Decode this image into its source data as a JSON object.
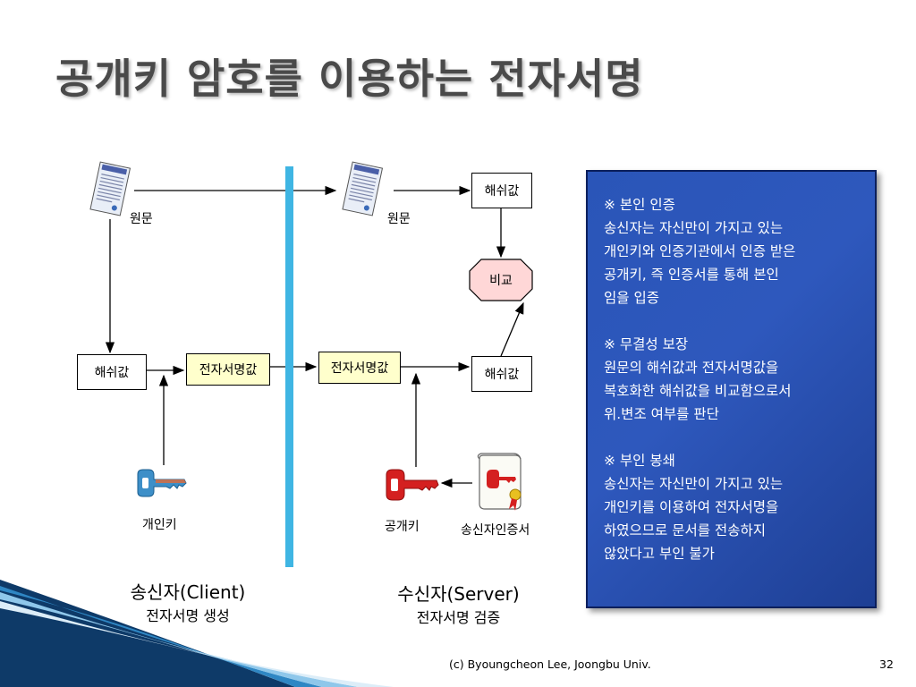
{
  "slide": {
    "title": "공개키 암호를 이용하는 전자서명",
    "footer": "(c) Byoungcheon Lee, Joongbu Univ.",
    "page_number": "32"
  },
  "sender": {
    "document_label": "원문",
    "hash_label": "해쉬값",
    "signature_label": "전자서명값",
    "key_label": "개인키",
    "role_title": "송신자(Client)",
    "role_subtitle": "전자서명 생성"
  },
  "receiver": {
    "document_label": "원문",
    "hash_top_label": "해쉬값",
    "compare_label": "비교",
    "signature_label": "전자서명값",
    "hash_bottom_label": "해쉬값",
    "key_label": "공개키",
    "certificate_label": "송신자인증서",
    "role_title": "수신자(Server)",
    "role_subtitle": "전자서명 검증"
  },
  "panel": {
    "sections": [
      {
        "lines": [
          "※ 본인 인증",
          "송신자는 자신만이 가지고 있는",
          "개인키와 인증기관에서 인증 받은",
          "공개키, 즉 인증서를 통해 본인",
          "임을 입증"
        ]
      },
      {
        "lines": [
          "※ 무결성 보장",
          "원문의 해쉬값과 전자서명값을",
          "복호화한 해쉬값을 비교함으로서",
          "위.변조 여부를 판단"
        ]
      },
      {
        "lines": [
          "※ 부인 봉쇄",
          "송신자는 자신만이 가지고 있는",
          "개인키를 이용하여 전자서명을",
          "하였으므로 문서를 전송하지",
          "않았다고 부인 불가"
        ]
      }
    ]
  },
  "colors": {
    "divider": "#3fb5e3",
    "signature_box": "#ffffcc",
    "compare_octagon": "#ffd7d7",
    "panel": "#2e58bd",
    "private_key": "#3d8fc8",
    "public_key": "#d42020"
  },
  "icons": {
    "document": "document-icon",
    "private_key": "key-icon",
    "public_key": "key-icon",
    "certificate": "certificate-scroll-icon"
  }
}
